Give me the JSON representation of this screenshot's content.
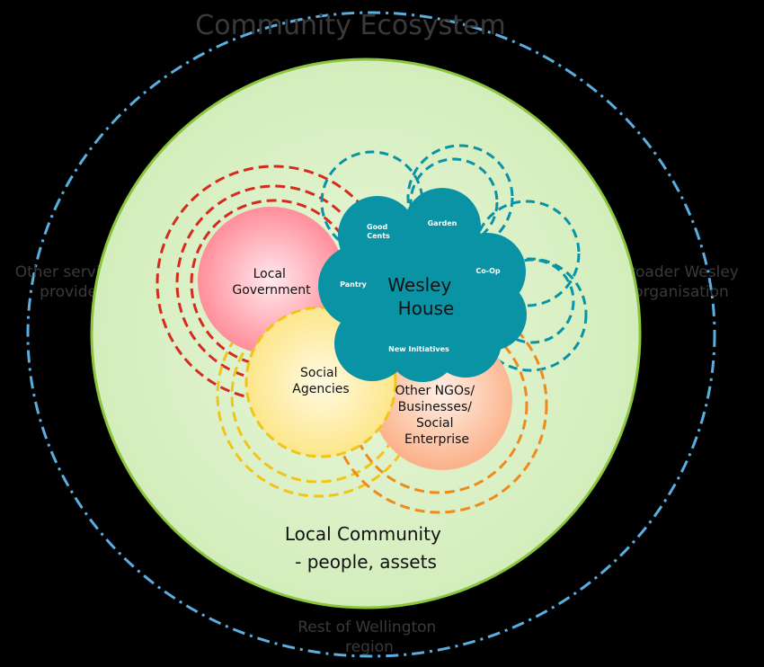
{
  "title": "Community Ecosystem",
  "outer_left": [
    "Other services/",
    "providers"
  ],
  "outer_right": [
    "Broader Wesley",
    "organisation"
  ],
  "outer_bottom": [
    "Rest of Wellington",
    "region"
  ],
  "community": [
    "Local Community",
    "- people, assets"
  ],
  "local_government": [
    "Local",
    "Government"
  ],
  "social_agencies": [
    "Social",
    "Agencies"
  ],
  "ngos": [
    "Other NGOs/",
    "Businesses/",
    "Social",
    "Enterprise"
  ],
  "wesley": [
    "Wesley",
    "House"
  ],
  "programs": {
    "good_cents": [
      "Good",
      "Cents"
    ],
    "garden": "Garden",
    "co_op": "Co-Op",
    "pantry": "Pantry",
    "new_initiatives": "New Initiatives"
  },
  "colors": {
    "background": "#000000",
    "outer_ring": "#5aaee0",
    "community_fill": "#d6efc0",
    "community_edge": "#8cc63f",
    "government": "#d42b1e",
    "agencies": "#f0c419",
    "ngo": "#ef8a1d",
    "wesley": "#0a93a5",
    "outer_text": "#3a3a3a"
  }
}
